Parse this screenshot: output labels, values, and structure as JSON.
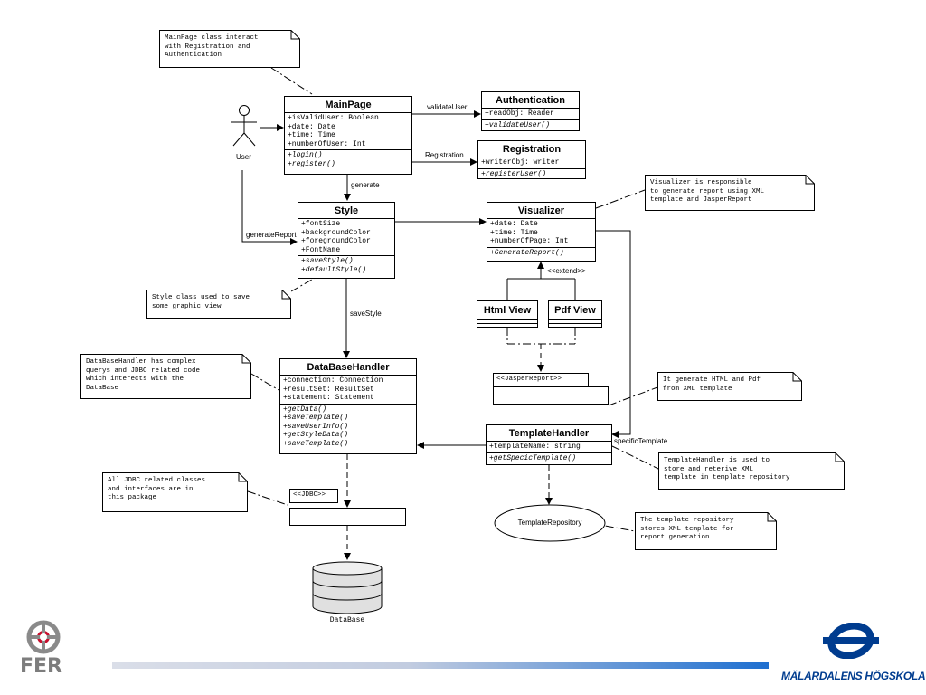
{
  "notes": {
    "mainpage": [
      "MainPage class interact",
      "with Registration and",
      "Authentication"
    ],
    "visualizer": [
      "Visualizer is responsible",
      "to generate report using XML",
      "template and JasperReport"
    ],
    "style": [
      "Style class used to save",
      "some graphic view"
    ],
    "database": [
      "DataBaseHandler has complex",
      "querys and JDBC related code",
      "which interects with the",
      "DataBase"
    ],
    "html": [
      "It generate HTML and Pdf",
      "from XML template"
    ],
    "template": [
      "TemplateHandler is used to",
      "store and reterive XML",
      "template in template repository"
    ],
    "jdbc": [
      "All JDBC related classes",
      "and interfaces are in",
      "this package"
    ],
    "repository": [
      "The template repository",
      "stores XML template for",
      "report generation"
    ]
  },
  "classes": {
    "mainpage": {
      "name": "MainPage",
      "attributes": [
        "+isValidUser: Boolean",
        "+date: Date",
        "+time: Time",
        "+numberOfUser: Int"
      ],
      "operations": [
        "+login()",
        "+register()"
      ]
    },
    "authentication": {
      "name": "Authentication",
      "attributes": [
        "+readObj: Reader"
      ],
      "operations": [
        "+validateUser()"
      ]
    },
    "registration": {
      "name": "Registration",
      "attributes": [
        "+writerObj: writer"
      ],
      "operations": [
        "+registerUser()"
      ]
    },
    "style": {
      "name": "Style",
      "attributes": [
        "+fontSize",
        "+backgroundColor",
        "+foregroundColor",
        "+FontName"
      ],
      "operations": [
        "+saveStyle()",
        "+defaultStyle()"
      ]
    },
    "visualizer": {
      "name": "Visualizer",
      "attributes": [
        "+date: Date",
        "+time: Time",
        "+numberOfPage: Int"
      ],
      "operations": [
        "+GenerateReport()"
      ]
    },
    "htmlview": {
      "name": "Html View"
    },
    "pdfview": {
      "name": "Pdf View"
    },
    "database": {
      "name": "DataBaseHandler",
      "attributes": [
        "+connection: Connection",
        "+resultSet: ResultSet",
        "+statement: Statement"
      ],
      "operations": [
        "+getData()",
        "+saveTemplate()",
        "+saveUserInfo()",
        "+getStyleData()",
        "+saveTemplate()"
      ]
    },
    "template": {
      "name": "TemplateHandler",
      "attributes": [
        "+templateName: string"
      ],
      "operations": [
        "+getSpecicTemplate()"
      ]
    }
  },
  "packages": {
    "jasper": "<<JasperReport>>",
    "jdbc": "<<JDBC>>"
  },
  "actor": {
    "name": "User"
  },
  "usecase": {
    "name": "TemplateRepository"
  },
  "datastore": {
    "name": "DataBase"
  },
  "labels": {
    "validate_user": "validateUser",
    "registration": "Registration",
    "generate": "generate",
    "generate_report": "generateReport",
    "save_style": "saveStyle",
    "extend": "<<extend>>",
    "specific_template": "specificTemplate"
  },
  "footer": {
    "fer_logo_text": "FER",
    "mdh_logo_text": "MÄLARDALENS HÖGSKOLA"
  },
  "colors": {
    "footer_bar_start": "#dadee8",
    "footer_bar_end": "#1e6fd0",
    "mdh_blue": "#003c8f",
    "fer_red": "#c8102e",
    "fer_gray": "#8a8a8a"
  }
}
